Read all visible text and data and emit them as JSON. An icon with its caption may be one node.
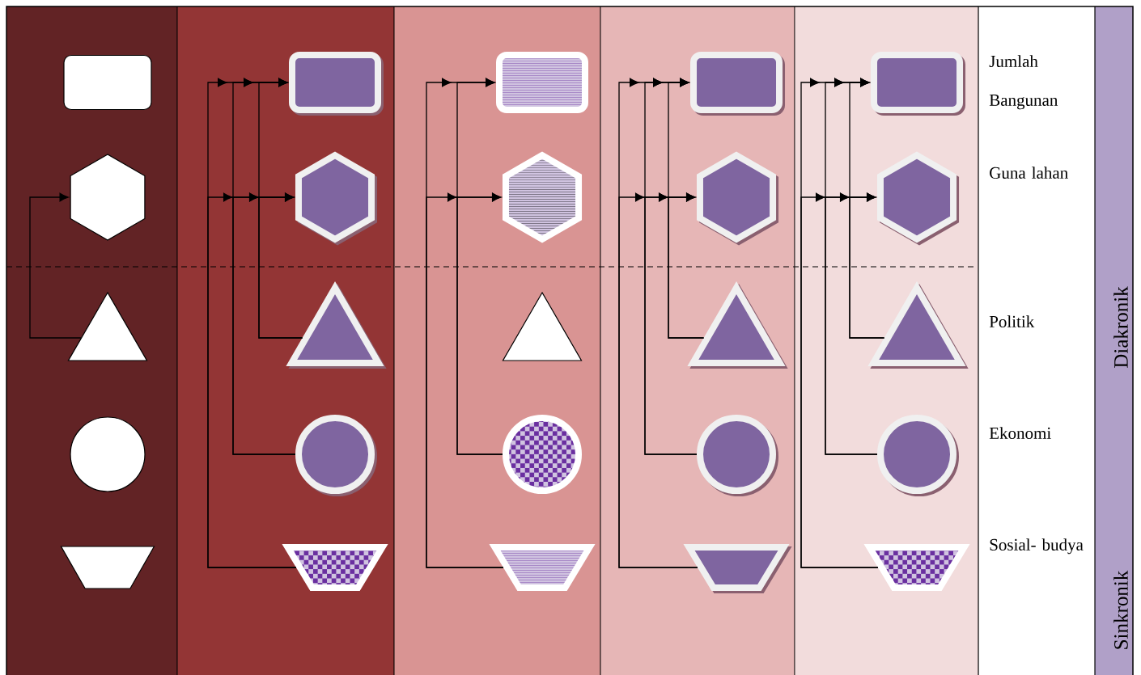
{
  "diagram": {
    "nodes": [
      {
        "text": [],
        "shape": "box"
      },
      {
        "text": [],
        "shape": "hexagon"
      },
      {
        "text": [],
        "shape": "triangle"
      },
      {
        "text": [],
        "shape": "circle"
      },
      {
        "text": [],
        "shape": "trapezoid"
      },
      {
        "text": [],
        "shape": "box"
      },
      {
        "text": [],
        "shape": "hexagon"
      },
      {
        "text": [],
        "shape": "triangle"
      },
      {
        "text": [],
        "shape": "circle"
      },
      {
        "text": [],
        "shape": "trapezoid"
      },
      {
        "text": [],
        "shape": "box"
      },
      {
        "text": [],
        "shape": "hexagon"
      },
      {
        "text": [],
        "shape": "triangle"
      },
      {
        "text": [],
        "shape": "circle"
      },
      {
        "text": [],
        "shape": "trapezoid"
      },
      {
        "text": [],
        "shape": "box"
      },
      {
        "text": [],
        "shape": "hexagon"
      },
      {
        "text": [],
        "shape": "triangle"
      },
      {
        "text": [],
        "shape": "circle"
      },
      {
        "text": [],
        "shape": "trapezoid"
      },
      {
        "text": [],
        "shape": "box"
      },
      {
        "text": [],
        "shape": "hexagon"
      },
      {
        "text": [],
        "shape": "triangle"
      },
      {
        "text": [],
        "shape": "circle"
      },
      {
        "text": [],
        "shape": "trapezoid"
      }
    ],
    "edges": [
      {
        "from": 2,
        "to": 1,
        "arrow": "to"
      },
      {
        "from": 9,
        "to": 5,
        "arrow": "to"
      },
      {
        "from": 9,
        "to": 6,
        "arrow": "to"
      },
      {
        "from": 8,
        "to": 5,
        "arrow": "to"
      },
      {
        "from": 8,
        "to": 6,
        "arrow": "to"
      },
      {
        "from": 7,
        "to": 5,
        "arrow": "to"
      },
      {
        "from": 7,
        "to": 6,
        "arrow": "to"
      },
      {
        "from": 14,
        "to": 10,
        "arrow": "to"
      },
      {
        "from": 14,
        "to": 11,
        "arrow": "to"
      },
      {
        "from": 13,
        "to": 10,
        "arrow": "to"
      },
      {
        "from": 13,
        "to": 11,
        "arrow": "to"
      },
      {
        "from": 19,
        "to": 15,
        "arrow": "to"
      },
      {
        "from": 19,
        "to": 16,
        "arrow": "to"
      },
      {
        "from": 18,
        "to": 15,
        "arrow": "to"
      },
      {
        "from": 18,
        "to": 16,
        "arrow": "to"
      },
      {
        "from": 17,
        "to": 15,
        "arrow": "to"
      },
      {
        "from": 17,
        "to": 16,
        "arrow": "to"
      },
      {
        "from": 24,
        "to": 20,
        "arrow": "to"
      },
      {
        "from": 24,
        "to": 21,
        "arrow": "to"
      },
      {
        "from": 23,
        "to": 20,
        "arrow": "to"
      },
      {
        "from": 23,
        "to": 21,
        "arrow": "to"
      },
      {
        "from": 22,
        "to": 20,
        "arrow": "to"
      },
      {
        "from": 22,
        "to": 21,
        "arrow": "to"
      }
    ],
    "labels": [
      "Jumlah Bangunan",
      "Guna lahan",
      "Politik",
      "Ekonomi",
      "Sosial- budya",
      "Diakronik",
      "Sinkronik"
    ]
  }
}
